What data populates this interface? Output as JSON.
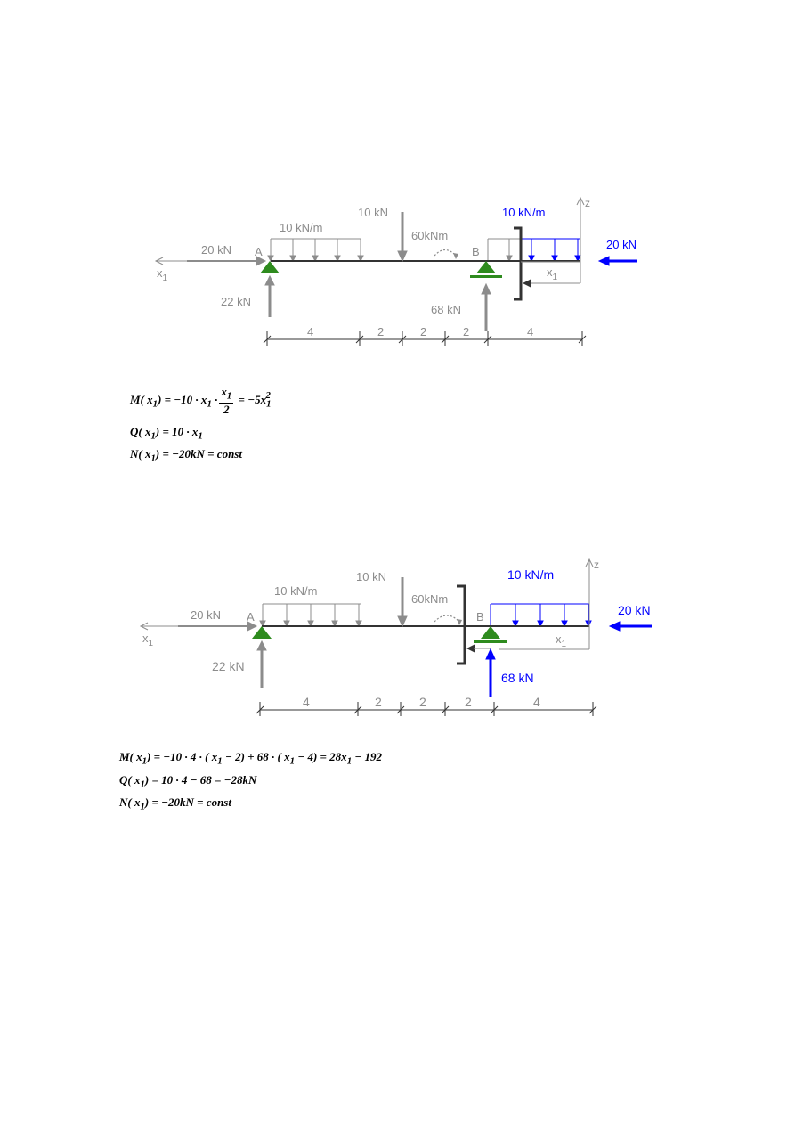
{
  "colors": {
    "grey": "#8c8c8c",
    "beam": "#333333",
    "blue": "#0000ff",
    "support": "#2e8b1e",
    "section": "#333333"
  },
  "diagram1": {
    "q_left": "10 kN/m",
    "f_point": "10 kN",
    "moment": "60kNm",
    "q_right": "10 kN/m",
    "h_left": "20 kN",
    "h_right": "20 kN",
    "label_a": "A",
    "label_b": "B",
    "x1_left": "x",
    "x1_left_sub": "1",
    "x1_right": "x",
    "x1_right_sub": "1",
    "z": "z",
    "ra": "22 kN",
    "rb": "68 kN",
    "dims": [
      "4",
      "2",
      "2",
      "2",
      "4"
    ]
  },
  "equations1": {
    "m": {
      "lhs": "M( x",
      "lhs2": ") = −10 · x",
      "mid": " ·",
      "num": "x",
      "den": "2",
      "rhs": " = −5x"
    },
    "q": "Q( x",
    "q2": ") = 10 · x",
    "n": "N( x",
    "n2": ") = −20kN = const",
    "sub": "1",
    "sup": "2"
  },
  "diagram2": {
    "q_left": "10 kN/m",
    "f_point": "10 kN",
    "moment": "60kNm",
    "q_right": "10 kN/m",
    "h_left": "20 kN",
    "h_right": "20 kN",
    "label_a": "A",
    "label_b": "B",
    "x1_left": "x",
    "x1_left_sub": "1",
    "x1_right": "x",
    "x1_right_sub": "1",
    "z": "z",
    "ra": "22 kN",
    "rb": "68 kN",
    "dims": [
      "4",
      "2",
      "2",
      "2",
      "4"
    ]
  },
  "equations2": {
    "m": "M( x",
    "m2": ") = −10 · 4 · ( x",
    "m3": " − 2) + 68 · ( x",
    "m4": " − 4) = 28x",
    "m5": " − 192",
    "q": "Q( x",
    "q2": ") = 10 · 4 − 68 = −28kN",
    "n": "N( x",
    "n2": ") = −20kN = const",
    "sub": "1"
  }
}
